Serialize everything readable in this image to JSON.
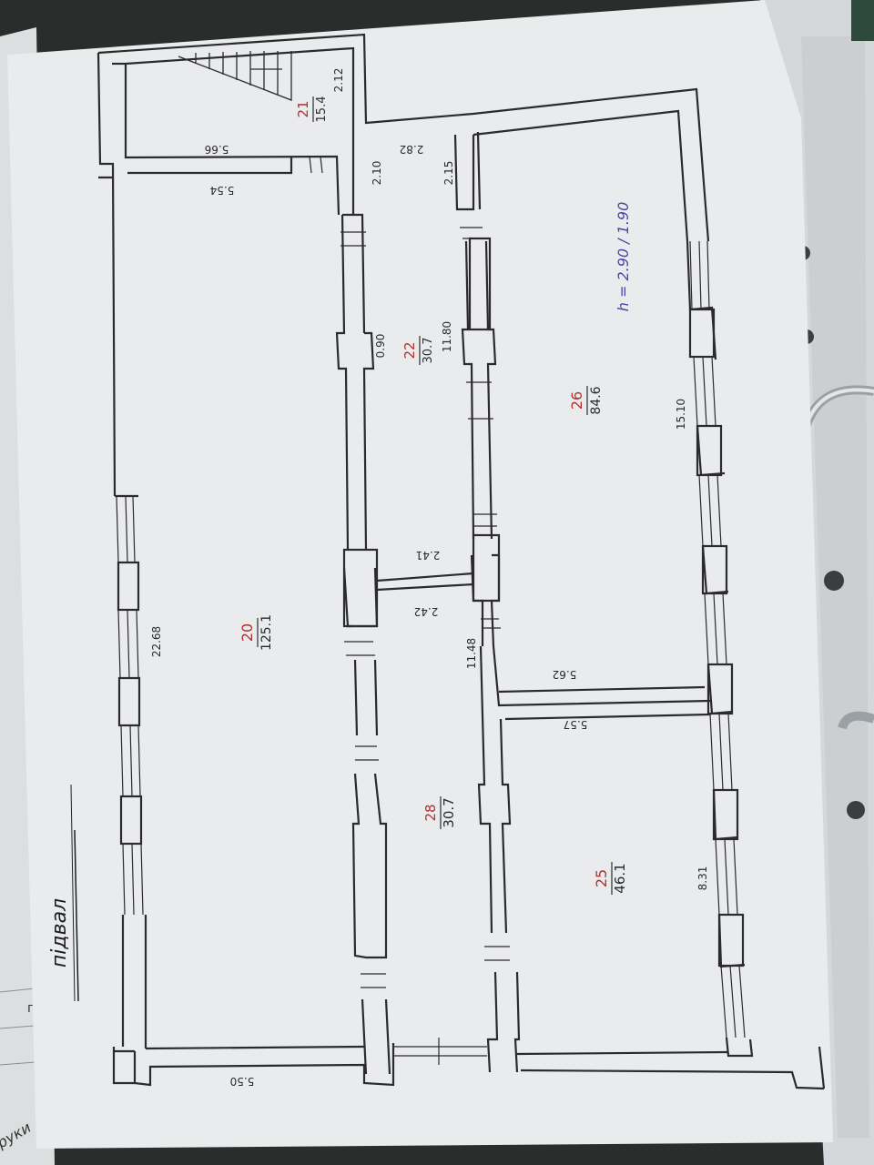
{
  "rooms": [
    {
      "id": "20",
      "area": "125.1"
    },
    {
      "id": "21",
      "area": "15.4"
    },
    {
      "id": "22",
      "area": "30.7"
    },
    {
      "id": "26",
      "area": "84.6"
    },
    {
      "id": "28",
      "area": "30.7"
    },
    {
      "id": "25",
      "area": "46.1"
    }
  ],
  "dimensions": {
    "d_2_12": "2.12",
    "d_5_66": "5.66",
    "d_5_54": "5.54",
    "d_2_10": "2.10",
    "d_2_82": "2.82",
    "d_2_15": "2.15",
    "d_0_90": "0.90",
    "d_11_80": "11.80",
    "d_15_10": "15.10",
    "d_22_68": "22.68",
    "d_2_41": "2.41",
    "d_2_42": "2.42",
    "d_11_48": "11.48",
    "d_5_62": "5.62",
    "d_5_57": "5.57",
    "d_8_31": "8.31",
    "d_5_50": "5.50"
  },
  "annotations": {
    "height": "h = 2.90 / 1.90",
    "floor_label": "підвал",
    "margin_fragment": "гр",
    "margin_fragment_2": "руки"
  },
  "colors": {
    "background": "#2a2d2c",
    "paper": "#e9ebec",
    "sleeve": "#dfe3e5",
    "wall_ink": "#2b2b2e",
    "room_number": "#b4302e",
    "height_note": "#4f3fa6"
  }
}
